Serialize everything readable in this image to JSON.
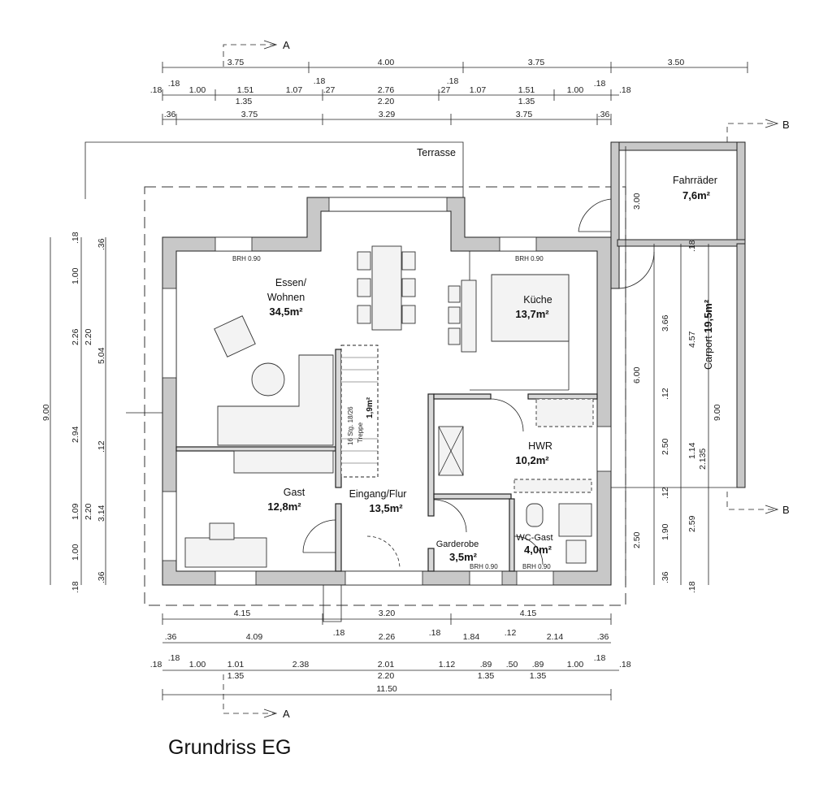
{
  "title": "Grundriss EG",
  "sections": {
    "a": "A",
    "b": "B"
  },
  "brh": "BRH 0.90",
  "rooms": {
    "essen": {
      "name1": "Essen/",
      "name2": "Wohnen",
      "area": "34,5m²"
    },
    "kueche": {
      "name": "Küche",
      "area": "13,7m²"
    },
    "hwr": {
      "name": "HWR",
      "area": "10,2m²"
    },
    "gast": {
      "name": "Gast",
      "area": "12,8m²"
    },
    "flur": {
      "name": "Eingang/Flur",
      "area": "13,5m²"
    },
    "garderobe": {
      "name": "Garderobe",
      "area": "3,5m²"
    },
    "wc": {
      "name": "WC-Gast",
      "area": "4,0m²"
    },
    "fahrraeder": {
      "name": "Fahrräder",
      "area": "7,6m²"
    },
    "carport": {
      "name": "Carport",
      "area": "19,5m²"
    },
    "terrasse": {
      "name": "Terrasse"
    },
    "treppe": {
      "steps": "16 Stg. 18/26",
      "name": "Treppe",
      "area": "1,9m²"
    }
  },
  "dims_top": {
    "row1": [
      "3.75",
      "4.00",
      "3.75",
      "3.50"
    ],
    "row2_top": [
      ".18",
      ".18",
      ".18",
      ".27",
      ".18",
      ".18"
    ],
    "row2_mid": [
      "1.00",
      "1.51",
      "1.07",
      ".27",
      "2.76",
      ".27",
      "1.07",
      "1.51",
      "1.00",
      ".18"
    ],
    "row2_bot": [
      "1.35",
      "2.20",
      "1.35"
    ],
    "row3": [
      ".36",
      "3.75",
      "3.29",
      "3.75",
      ".36"
    ]
  },
  "dims_bottom": {
    "row1": [
      "4.15",
      "3.20",
      "4.15"
    ],
    "row2": [
      ".36",
      "4.09",
      ".18",
      "2.26",
      ".18",
      "1.84",
      ".12",
      "2.14",
      ".36"
    ],
    "row3_mid": [
      ".18",
      ".18",
      "1.00",
      "1.01",
      "2.38",
      "2.01",
      "1.12",
      ".89",
      ".50",
      ".89",
      "1.00",
      ".18",
      ".18"
    ],
    "row3_bot": [
      "1.35",
      "2.20",
      "1.35",
      "1.35"
    ],
    "total": "11.50"
  },
  "dims_left": {
    "total": "9.00",
    "mid": [
      "5.04",
      ".12",
      "3.14"
    ],
    "inner": [
      ".18",
      "1.00",
      "2.26",
      "2.20",
      "2.94",
      "1.09",
      "2.20",
      "1.00",
      ".18"
    ],
    "edge": [
      ".36",
      ".36"
    ]
  },
  "dims_right": {
    "inner": [
      "3.00",
      "6.00",
      "2.50"
    ],
    "carport": [
      "3.66",
      ".12",
      "2.50",
      ".12",
      "1.90",
      ".36"
    ],
    "carport2": [
      "4.57",
      "1.14",
      "2.59"
    ],
    "carport3": [
      "9.00",
      "2.135",
      ".18",
      ".18"
    ]
  }
}
